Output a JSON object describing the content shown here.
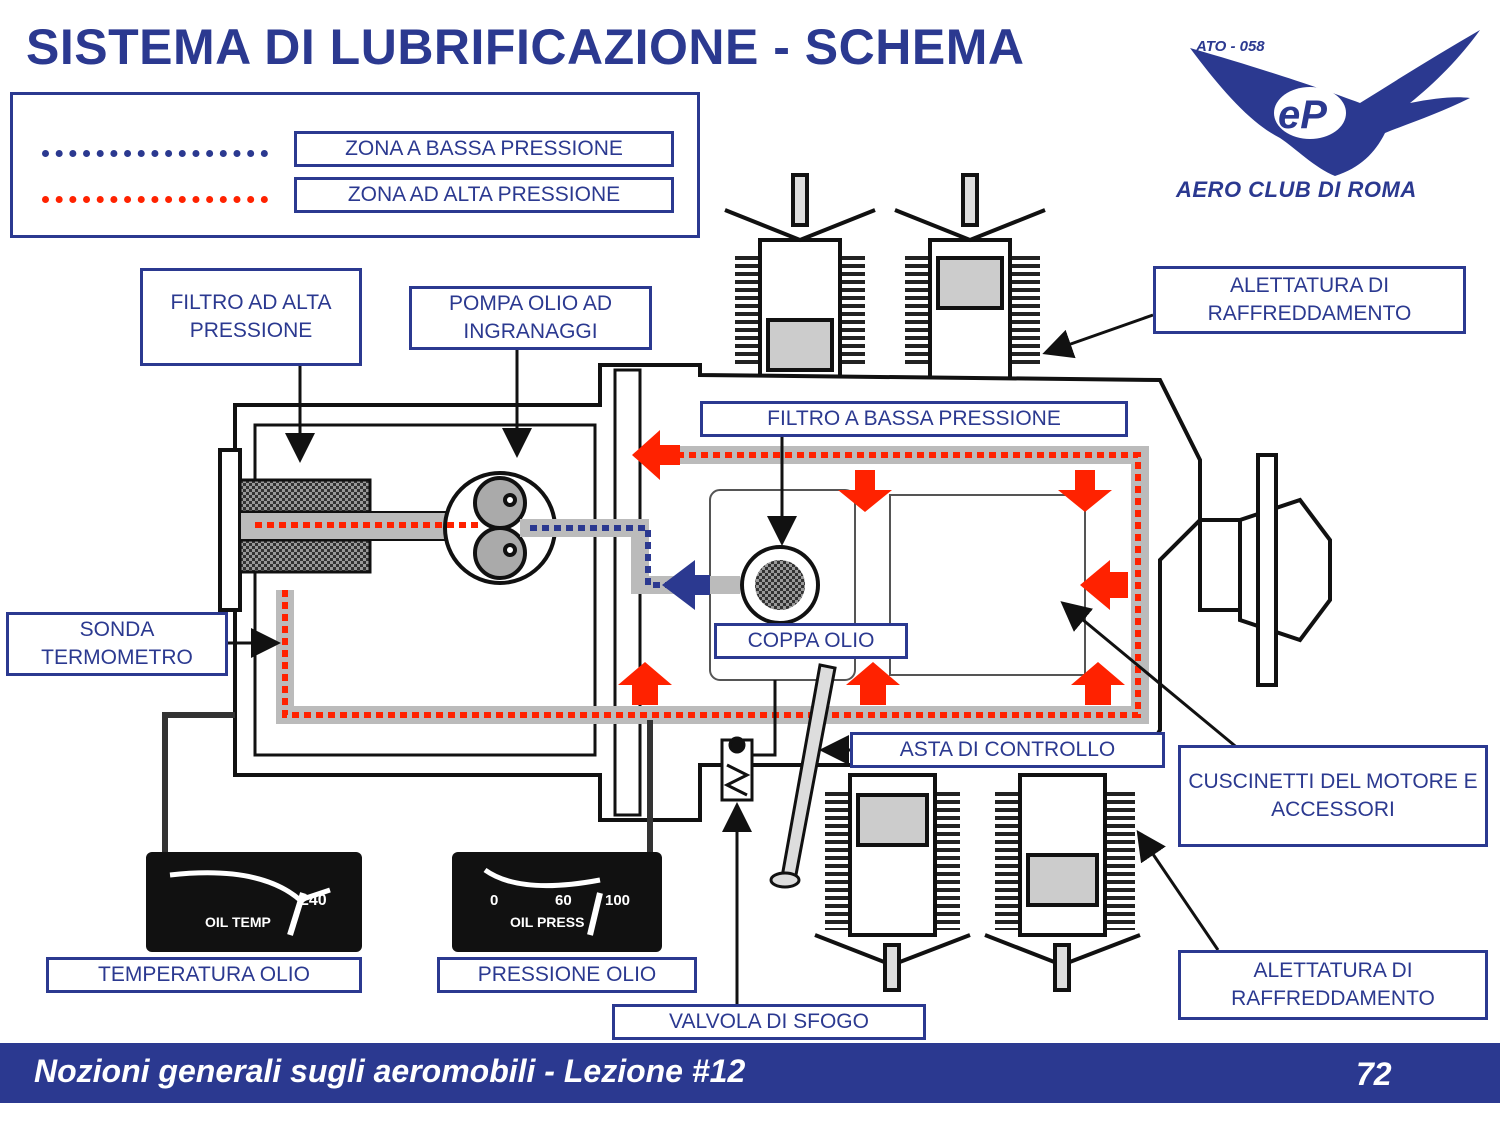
{
  "title": "SISTEMA DI LUBRIFICAZIONE - SCHEMA",
  "logo": {
    "code": "ATO - 058",
    "name": "AERO CLUB DI ROMA",
    "icon": "eagle-logo-icon"
  },
  "legend": [
    {
      "label": "ZONA A BASSA PRESSIONE",
      "line_color": "#2b3990",
      "style": "dotted"
    },
    {
      "label": "ZONA AD ALTA PRESSIONE",
      "line_color": "#ff2200",
      "style": "dotted"
    }
  ],
  "labels": {
    "filtro_alta": "FILTRO AD ALTA PRESSIONE",
    "pompa": "POMPA OLIO AD INGRANAGGI",
    "alettatura_top": "ALETTATURA DI RAFFREDDAMENTO",
    "filtro_bassa": "FILTRO A BASSA PRESSIONE",
    "sonda": "SONDA TERMOMETRO",
    "coppa": "COPPA OLIO",
    "asta": "ASTA DI CONTROLLO",
    "cuscinetti": "CUSCINETTI DEL MOTORE E ACCESSORI",
    "temperatura": "TEMPERATURA OLIO",
    "pressione": "PRESSIONE OLIO",
    "valvola": "VALVOLA DI SFOGO",
    "alettatura_bottom": "ALETTATURA DI RAFFREDDAMENTO"
  },
  "gauges": {
    "temp": {
      "caption": "OIL TEMP",
      "scale": [
        "240"
      ]
    },
    "press": {
      "caption": "OIL PRESS",
      "scale": [
        "0",
        "60",
        "100"
      ]
    }
  },
  "colors": {
    "brand": "#2b3990",
    "high_pressure": "#ff2200",
    "low_pressure": "#2b3990"
  },
  "footer": {
    "course": "Nozioni generali sugli aeromobili - Lezione #12",
    "page": "72"
  }
}
